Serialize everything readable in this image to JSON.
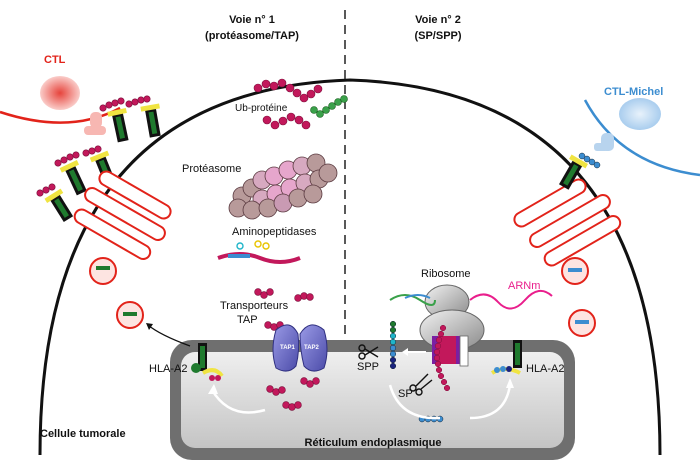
{
  "pathway1": {
    "title": "Voie n° 1",
    "subtitle": "(protéasome/TAP)"
  },
  "pathway2": {
    "title": "Voie n° 2",
    "subtitle": "(SP/SPP)"
  },
  "cells": {
    "ctl": "CTL",
    "ctl_michel": "CTL-Michel",
    "tumor": "Cellule tumorale"
  },
  "labels": {
    "ub_protein": "Ub-protéine",
    "proteasome": "Protéasome",
    "aminopeptidases": "Aminopeptidases",
    "transporters": "Transporteurs",
    "tap": "TAP",
    "tap1": "TAP1",
    "tap2": "TAP2",
    "ribosome": "Ribosome",
    "mrna": "ARNm",
    "spp": "SPP",
    "sp": "SP",
    "hla_left": "HLA-A2",
    "hla_right": "HLA-A2",
    "er": "Réticulum endoplasmique"
  },
  "colors": {
    "ctl": "#e2231a",
    "ctl_michel": "#3c8dd0",
    "peptide": "#c2185b",
    "mhc_green": "#1f7a2e",
    "mhc_yellow": "#f0e442",
    "golgi": "#e2231a",
    "er_outer": "#6f6f6f",
    "er_inner": "#d9d9d9",
    "tap": "#6a6ad0",
    "proteasome": "#c8a0a8"
  }
}
